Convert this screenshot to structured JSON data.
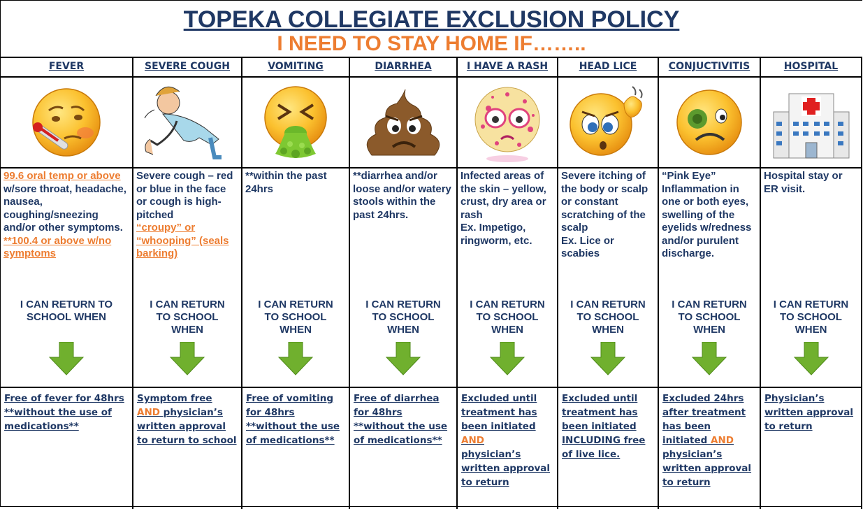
{
  "title": "TOPEKA COLLEGIATE EXCLUSION POLICY",
  "subtitle": "I NEED TO STAY HOME IF……..",
  "return_text": "I CAN RETURN TO SCHOOL WHEN",
  "colors": {
    "navy": "#1f3864",
    "orange": "#ed7d31",
    "arrow_green": "#70b02e"
  },
  "columns": [
    {
      "header": "FEVER",
      "icon": "sick-thermometer-face-icon",
      "desc": [
        {
          "t": "99.6 oral temp or above",
          "o": true
        },
        {
          "t": " w/sore throat, headache, nausea, coughing/sneezing and/or other symptoms."
        },
        {
          "t": "\n**100.4 or above w/no symptoms",
          "o": true
        }
      ],
      "foot": [
        {
          "t": "Free of fever for 48hrs\n**without the use of medications**"
        }
      ]
    },
    {
      "header": "SEVERE COUGH",
      "icon": "coughing-person-icon",
      "desc": [
        {
          "t": "Severe cough – red or blue in the face or cough is high-pitched\n"
        },
        {
          "t": "“croupy” or “whooping” (seals barking)",
          "o": true
        }
      ],
      "foot": [
        {
          "t": "Symptom free\n"
        },
        {
          "t": "AND",
          "o": true
        },
        {
          "t": " physician’s written approval to return to school"
        }
      ]
    },
    {
      "header": "VOMITING",
      "icon": "vomiting-face-icon",
      "desc": [
        {
          "t": "**within the past 24hrs"
        }
      ],
      "foot": [
        {
          "t": "Free of vomiting for 48hrs\n**without the use of medications**"
        }
      ]
    },
    {
      "header": "DIARRHEA",
      "icon": "poop-icon",
      "desc": [
        {
          "t": "**diarrhea and/or loose and/or watery stools within the past 24hrs."
        }
      ],
      "foot": [
        {
          "t": "Free of diarrhea for 48hrs\n**without the use of medications**"
        }
      ]
    },
    {
      "header": "I HAVE A RASH",
      "icon": "rash-face-icon",
      "desc": [
        {
          "t": "Infected areas of the skin – yellow, crust, dry area or rash\nEx. Impetigo, ringworm, etc."
        }
      ],
      "foot": [
        {
          "t": "Excluded until treatment has been initiated\n"
        },
        {
          "t": "AND",
          "o": true
        },
        {
          "t": "\nphysician’s written approval to return"
        }
      ]
    },
    {
      "header": "HEAD LICE",
      "icon": "scratching-head-face-icon",
      "desc": [
        {
          "t": "Severe itching of the body or scalp or constant scratching of the scalp\nEx. Lice or scabies"
        }
      ],
      "foot": [
        {
          "t": "Excluded until treatment has been initiated INCLUDING free of live lice."
        }
      ]
    },
    {
      "header": "CONJUCTIVITIS",
      "icon": "pink-eye-face-icon",
      "desc": [
        {
          "t": "“Pink Eye” Inflammation in one or both eyes, swelling of the eyelids w/redness and/or purulent discharge."
        }
      ],
      "foot": [
        {
          "t": "Excluded 24hrs after treatment has been initiated "
        },
        {
          "t": "AND",
          "o": true
        },
        {
          "t": " physician’s written approval to return"
        }
      ]
    },
    {
      "header": "HOSPITAL",
      "icon": "hospital-icon",
      "desc": [
        {
          "t": "Hospital stay or ER visit."
        }
      ],
      "foot": [
        {
          "t": "Physician’s written approval to return"
        }
      ]
    }
  ]
}
